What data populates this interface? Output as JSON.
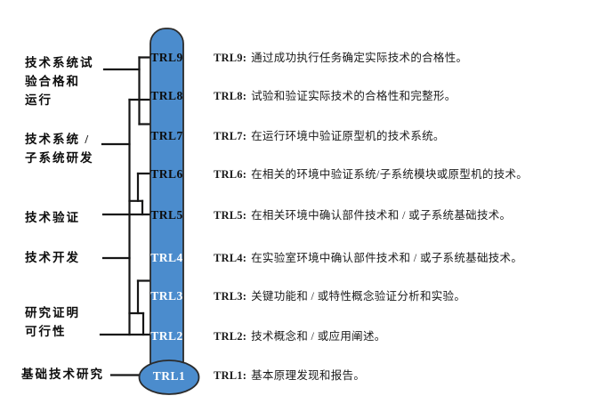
{
  "diagram": {
    "colors": {
      "capsule_fill": "#4b8ccd",
      "capsule_stroke": "#2b2b2b",
      "connector_line": "#161616",
      "label_dark": "#0d0d0d",
      "label_light": "#ffffff",
      "background": "#ffffff"
    },
    "levels": [
      {
        "label": "TRL9",
        "prefix": "TRL9:",
        "desc": "通过成功执行任务确定实际技术的合格性。"
      },
      {
        "label": "TRL8",
        "prefix": "TRL8:",
        "desc": "试验和验证实际技术的合格性和完整形。"
      },
      {
        "label": "TRL7",
        "prefix": "TRL7:",
        "desc": "在运行环境中验证原型机的技术系统。"
      },
      {
        "label": "TRL6",
        "prefix": "TRL6:",
        "desc": "在相关的环境中验证系统/子系统模块或原型机的技术。"
      },
      {
        "label": "TRL5",
        "prefix": "TRL5:",
        "desc": "在相关环境中确认部件技术和 / 或子系统基础技术。"
      },
      {
        "label": "TRL4",
        "prefix": "TRL4:",
        "desc": "在实验室环境中确认部件技术和 / 或子系统基础技术。"
      },
      {
        "label": "TRL3",
        "prefix": "TRL3:",
        "desc": "关键功能和 / 或特性概念验证分析和实验。"
      },
      {
        "label": "TRL2",
        "prefix": "TRL2:",
        "desc": "技术概念和 / 或应用阐述。"
      },
      {
        "label": "TRL1",
        "prefix": "TRL1:",
        "desc": "基本原理发现和报告。"
      }
    ],
    "groups": [
      {
        "lines": [
          "技术系统试",
          "验合格和",
          "运行"
        ]
      },
      {
        "lines": [
          "技术系统 /",
          "子系统研发"
        ]
      },
      {
        "lines": [
          "技术验证"
        ]
      },
      {
        "lines": [
          "技术开发"
        ]
      },
      {
        "lines": [
          "研究证明",
          "可行性"
        ]
      },
      {
        "lines": [
          "基础技术研究"
        ]
      }
    ]
  }
}
